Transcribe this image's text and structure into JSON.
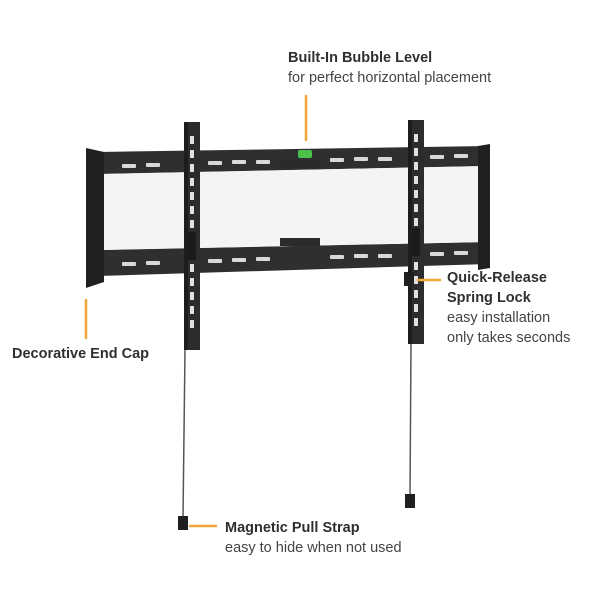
{
  "colors": {
    "accent": "#f0a73a",
    "bracket": "#303133",
    "bracket_shade": "#1e1f20",
    "level_bubble": "#4cc24a",
    "text_title": "#2f2f2f",
    "text_sub": "#444444"
  },
  "callouts": {
    "bubble_level": {
      "title": "Built-In Bubble Level",
      "sub": "for perfect horizontal placement"
    },
    "spring_lock": {
      "title_line1": "Quick-Release",
      "title_line2": "Spring Lock",
      "sub_line1": "easy installation",
      "sub_line2": "only takes seconds"
    },
    "end_cap": {
      "title": "Decorative End Cap"
    },
    "pull_strap": {
      "title": "Magnetic Pull Strap",
      "sub": "easy to hide when not used"
    }
  }
}
